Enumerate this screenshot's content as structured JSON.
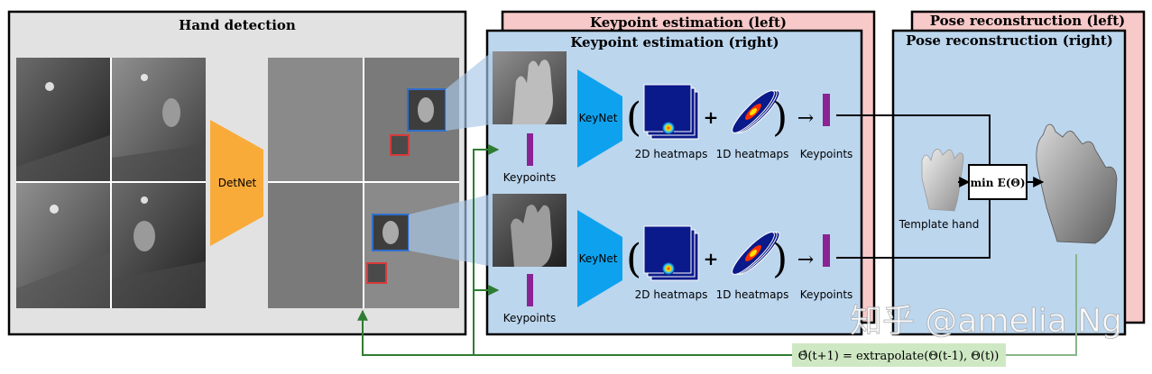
{
  "panels": {
    "hand_detection": "Hand detection",
    "keypoint_left": "Keypoint estimation (left)",
    "keypoint_right": "Keypoint estimation (right)",
    "pose_left": "Pose reconstruction (left)",
    "pose_right": "Pose reconstruction (right)"
  },
  "nets": {
    "detnet": "DetNet",
    "keynet": "KeyNet"
  },
  "labels": {
    "keypoints": "Keypoints",
    "heatmaps_2d": "2D heatmaps",
    "heatmaps_1d": "1D heatmaps",
    "template_hand": "Template hand",
    "optimize": "min E(Θ)",
    "extrapolate": "Θ̂(t+1) = extrapolate(Θ(t-1), Θ(t))"
  },
  "symbols": {
    "open_paren": "(",
    "close_paren": ")",
    "plus": "+",
    "arrow": "→"
  },
  "watermark": "知乎 @amelia Ng",
  "colors": {
    "detect_bg": "#e2e2e2",
    "keypoint_bg": "#bcd6ee",
    "back_panel": "#f7c9c9",
    "detnet": "#f9ab3a",
    "keynet": "#0ea2ee",
    "keypoint_bar": "#8a2394",
    "feedback_green": "#2e7d32",
    "feedback_box": "#cfe8c4",
    "heatmap": "#0b1a8a"
  }
}
